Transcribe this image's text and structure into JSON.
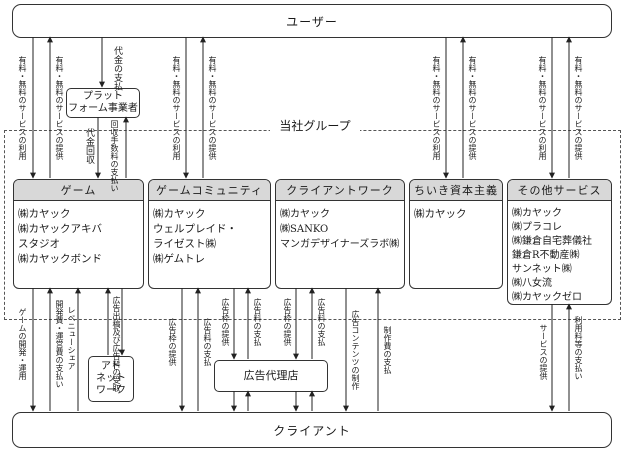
{
  "top_bar": {
    "label": "ユーザー"
  },
  "bottom_bar": {
    "label": "クライアント"
  },
  "group": {
    "label": "当社グループ"
  },
  "platform": {
    "line1": "プラット",
    "line2": "フォーム事業者"
  },
  "ad_network": {
    "line1": "アド",
    "line2": "ネット",
    "line3": "ワーク"
  },
  "agency": {
    "label": "広告代理店"
  },
  "panels": [
    {
      "title": "ゲーム",
      "items": [
        "㈱カヤック",
        "㈱カヤックアキバ",
        "スタジオ",
        "㈱カヤックボンド"
      ]
    },
    {
      "title": "ゲームコミュニティ",
      "items": [
        "㈱カヤック",
        "ウェルプレイド・",
        "ライゼスト㈱",
        "㈱ゲムトレ"
      ]
    },
    {
      "title": "クライアントワーク",
      "items": [
        "㈱カヤック",
        "㈱SANKO",
        "マンガデザイナーズラボ㈱"
      ]
    },
    {
      "title": "ちいき資本主義",
      "items": [
        "㈱カヤック"
      ]
    },
    {
      "title": "その他サービス",
      "items": [
        "㈱カヤック",
        "㈱プラコレ",
        "㈱鎌倉自宅葬儀社",
        "鎌倉R不動産㈱",
        "サンネット㈱",
        "㈱八女流",
        "㈱カヤックゼロ"
      ]
    }
  ],
  "labels": {
    "game_use": "有料・無料のサービスの利用",
    "game_provide": "有料・無料のサービスの提供",
    "pay": "代金の支払",
    "collect": "代金回収",
    "fee": "回収手数料の支払い",
    "comm_use": "有料・無料のサービスの利用",
    "comm_provide": "有料・無料のサービスの提供",
    "chiiki_use": "有料・無料のサービスの利用",
    "chiiki_provide": "有料・無料のサービスの提供",
    "other_use": "有料・無料のサービスの利用",
    "other_provide": "有料・無料のサービスの提供",
    "g_dev": "ゲームの開発・運用",
    "g_cost": "開発費・運営費の支払い",
    "g_revshare": "レベニューシェア",
    "g_ad_out": "広告出稿及び広告料の受取",
    "c_ad_slot": "広告枠の提供",
    "c_ad_fee": "広告料の支払",
    "c_ad_slot2": "広告枠の提供",
    "c_ad_fee2": "広告料の支払",
    "cw_ad_slot": "広告枠の提供",
    "cw_ad_fee": "広告料の支払",
    "cw_content": "広告コンテンツの制作",
    "cw_prod_fee": "制作費の支払",
    "o_service": "サービスの提供",
    "o_fee": "利用料等の支払い"
  }
}
